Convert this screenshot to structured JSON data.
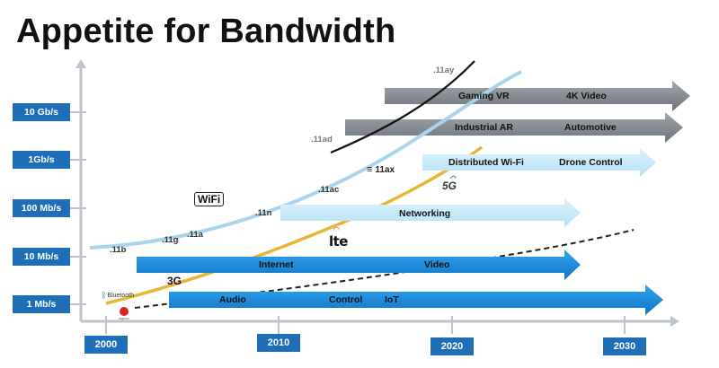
{
  "title": "Appetite for Bandwidth",
  "y_axis_labels": [
    "10 Gb/s",
    "1Gb/s",
    "100 Mb/s",
    "10 Mb/s",
    "1 Mb/s"
  ],
  "x_axis_labels": [
    "2000",
    "2010",
    "2020",
    "2030"
  ],
  "wifi_standards": [
    ".11b",
    ".11g",
    ".11a",
    ".11n",
    ".11ac",
    ".11ad",
    ".11ay",
    "11ax"
  ],
  "technologies": [
    "3G",
    "lte",
    "5G",
    "WiFi",
    "Bluetooth",
    "zigbee"
  ],
  "arrows": {
    "gaming": [
      "Gaming VR",
      "4K Video"
    ],
    "industrial": [
      "Industrial AR",
      "Automotive"
    ],
    "distributed": [
      "Distributed Wi-Fi",
      "Drone Control"
    ],
    "networking": [
      "Networking"
    ],
    "internet": [
      "Internet",
      "Video"
    ],
    "audio": [
      "Audio",
      "Control",
      "IoT"
    ]
  },
  "colors": {
    "blue_label": "#1f6fb8",
    "blue_arrow": "#1a8ae0",
    "light_arrow": "#c9ecfb",
    "gray_arrow": "#8a8f98",
    "wifi_curve": "#a8d4ec",
    "cellular_curve": "#e8b536"
  }
}
